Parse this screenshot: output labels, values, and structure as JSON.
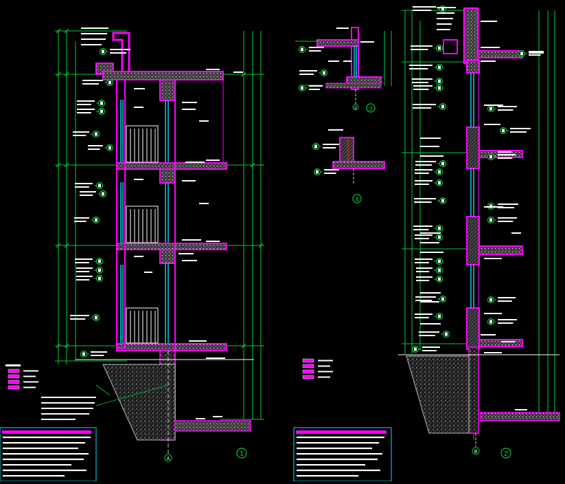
{
  "drawing": {
    "background": "#000000",
    "colors": {
      "wall": "#ff00ff",
      "dimension": "#00cc33",
      "annotation": "#ffffff",
      "glass": "#00e5ff",
      "concrete": "#c8c8c8",
      "hatch": "#bdbdbd",
      "axis": "#ffffff",
      "table_border": "#00e5ff",
      "table_header": "#ff00ff",
      "red_line": "#ff2020"
    },
    "details": [
      {
        "id": "detail-1",
        "number": "1",
        "axis_label": "A"
      },
      {
        "id": "detail-2",
        "number": "2",
        "axis_label": "B"
      },
      {
        "id": "detail-3",
        "number": "3",
        "axis_label": "①"
      },
      {
        "id": "detail-4",
        "number": "4",
        "axis_label": ""
      }
    ],
    "legend_items": 4
  }
}
